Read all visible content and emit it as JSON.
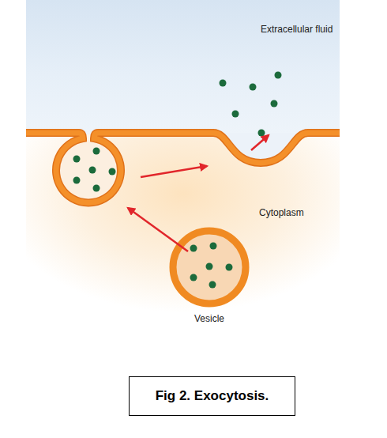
{
  "diagram": {
    "caption": "Fig 2. Exocytosis.",
    "nodes": [
      {
        "text": [
          "Extracellular fluid"
        ]
      },
      {
        "text": [
          "Cytoplasm"
        ]
      },
      {
        "text": [
          "Vesicle"
        ],
        "in": 1
      }
    ]
  }
}
